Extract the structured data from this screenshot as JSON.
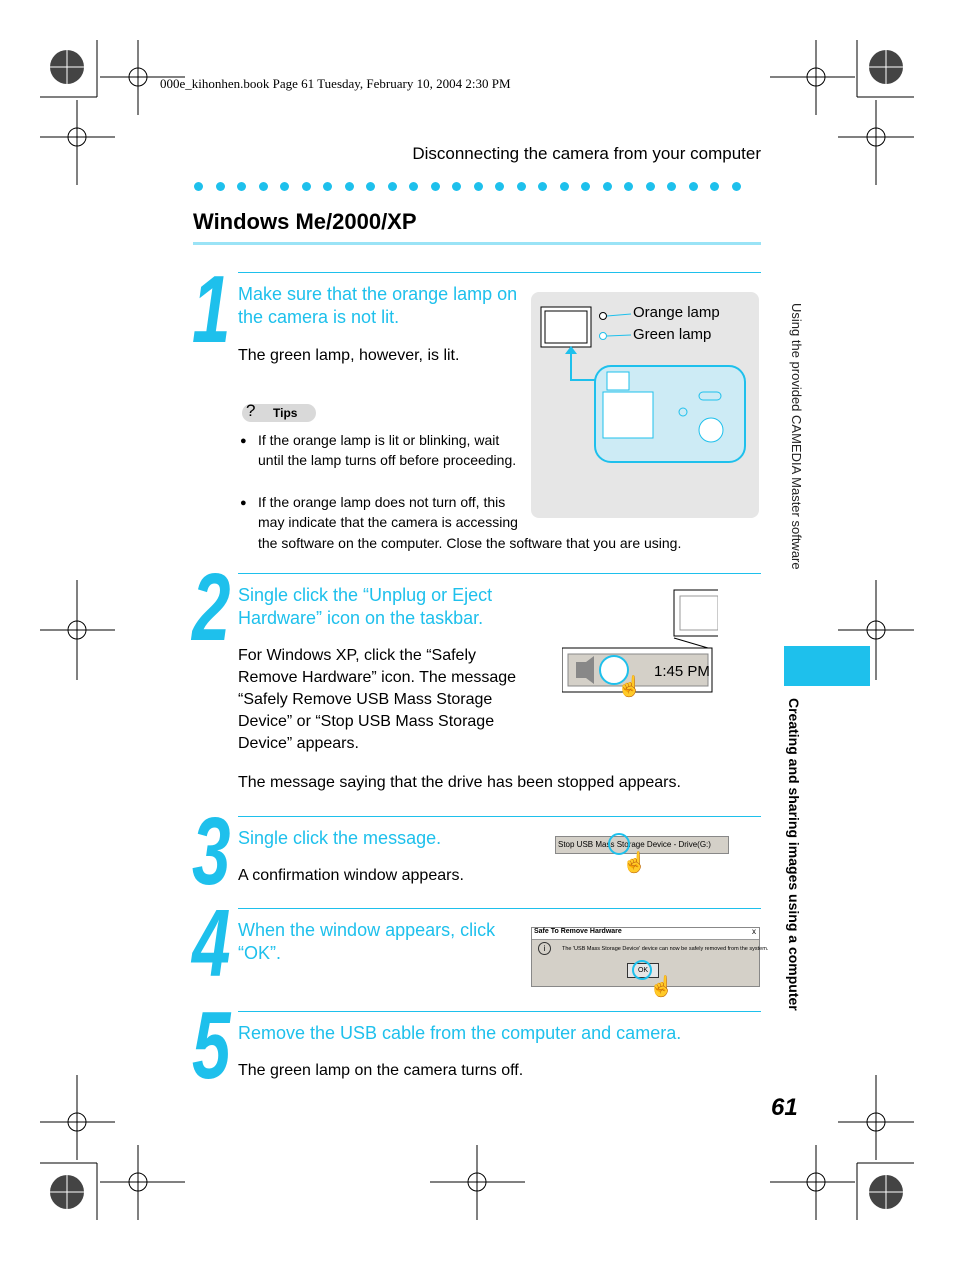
{
  "print_info": "000e_kihonhen.book  Page 61  Tuesday, February 10, 2004  2:30 PM",
  "header": "Disconnecting the camera from your computer",
  "section_title": "Windows Me/2000/XP",
  "side_text_top": "Using the provided CAMEDIA Master software",
  "side_text_bottom": "Creating and sharing images using a computer",
  "page_number": "61",
  "steps": [
    {
      "number": "1",
      "heading": "Make sure that the orange lamp on the camera is not lit.",
      "body": "The green lamp, however, is lit.",
      "tips_label": "Tips",
      "tips": [
        "If the orange lamp is lit or blinking, wait until the lamp turns off before proceeding.",
        "If the orange lamp does not turn off, this may indicate that the camera is accessing",
        "the software on the computer. Close the software that you are using."
      ],
      "figure": {
        "orange_lamp": "Orange lamp",
        "green_lamp": "Green lamp"
      }
    },
    {
      "number": "2",
      "heading": "Single click the “Unplug or Eject Hardware” icon on the taskbar.",
      "body": "For Windows XP, click  the “Safely Remove Hardware” icon. The message “Safely Remove USB Mass Storage Device” or “Stop USB Mass Storage Device” appears.",
      "note": "The message saying that the drive has been stopped appears.",
      "figure": {
        "clock": "1:45 PM"
      }
    },
    {
      "number": "3",
      "heading": "Single click the message.",
      "body": "A confirmation window appears.",
      "figure": {
        "message": "Stop USB Mass Storage Device - Drive(G:)"
      }
    },
    {
      "number": "4",
      "heading": "When the window appears, click “OK”.",
      "figure": {
        "dialog_title": "Safe To Remove Hardware",
        "dialog_text": "The 'USB Mass Storage Device' device can now be safely removed from the system.",
        "ok": "OK",
        "close": "x"
      }
    },
    {
      "number": "5",
      "heading": "Remove the USB cable from the computer and camera.",
      "body": "The green lamp on the camera turns off."
    }
  ]
}
